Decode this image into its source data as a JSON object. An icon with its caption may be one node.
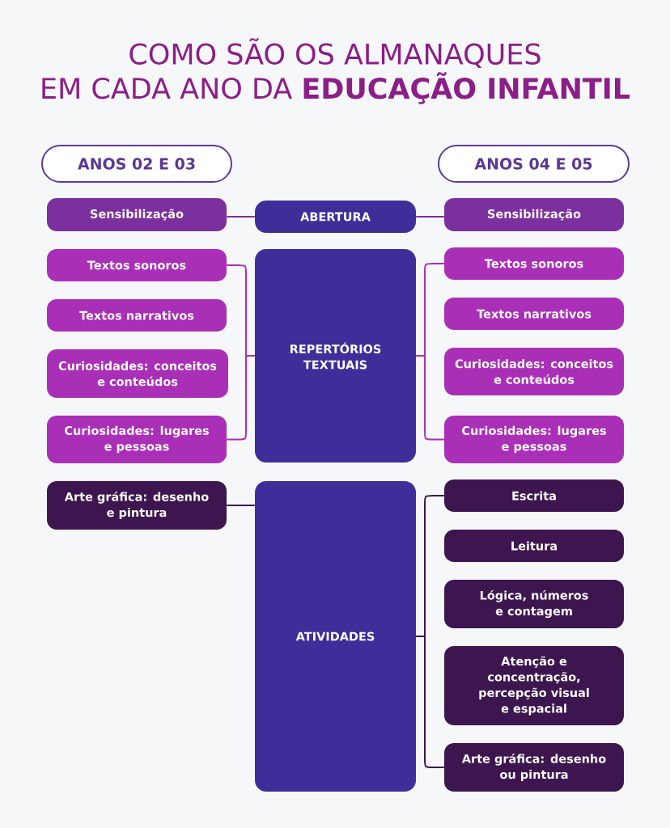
{
  "diagram": {
    "title": "COMO SÃO OS ALMANAQUES EM CADA ANO DA **EDUCAÇÃO INFANTIL**",
    "nodes": [
      {
        "text": [
          "ANOS 02 E 03"
        ]
      },
      {
        "text": [
          "ANOS 04 E 05"
        ]
      },
      {
        "text": [
          "Sensibilização"
        ]
      },
      {
        "text": [
          "ABERTURA"
        ]
      },
      {
        "text": [
          "Sensibilização"
        ]
      },
      {
        "text": [
          "Textos sonoros"
        ]
      },
      {
        "text": [
          "Textos narrativos"
        ]
      },
      {
        "text": [
          "Curiosidades: conceitos e conteúdos"
        ]
      },
      {
        "text": [
          "Curiosidades: lugares e pessoas"
        ]
      },
      {
        "text": [
          "REPERTÓRIOS TEXTUAIS"
        ]
      },
      {
        "text": [
          "Textos sonoros"
        ]
      },
      {
        "text": [
          "Textos narrativos"
        ]
      },
      {
        "text": [
          "Curiosidades: conceitos e conteúdos"
        ]
      },
      {
        "text": [
          "Curiosidades: lugares e pessoas"
        ]
      },
      {
        "text": [
          "Arte gráfica: desenho e pintura"
        ]
      },
      {
        "text": [
          "ATIVIDADES"
        ]
      },
      {
        "text": [
          "Escrita"
        ]
      },
      {
        "text": [
          "Leitura"
        ]
      },
      {
        "text": [
          "Lógica, números e contagem"
        ]
      },
      {
        "text": [
          "Atenção e concentração, percepção visual e espacial"
        ]
      },
      {
        "text": [
          "Arte gráfica: desenho ou pintura"
        ]
      }
    ],
    "edges": [
      {
        "from": 2,
        "to": 3,
        "arrow": "none",
        "color": "#7b309d"
      },
      {
        "from": 3,
        "to": 4,
        "arrow": "none",
        "color": "#7b309d"
      },
      {
        "from": 5,
        "to": 9,
        "arrow": "none"
      },
      {
        "from": 8,
        "to": 9,
        "arrow": "none"
      },
      {
        "from": 9,
        "to": 10,
        "arrow": "none"
      },
      {
        "from": 9,
        "to": 13,
        "arrow": "none"
      },
      {
        "from": 14,
        "to": 15,
        "arrow": "none",
        "color": "#3e164f"
      },
      {
        "from": 15,
        "to": 16,
        "arrow": "none",
        "color": "#3e164f"
      },
      {
        "from": 15,
        "to": 20,
        "arrow": "none",
        "color": "#3e164f"
      }
    ]
  }
}
